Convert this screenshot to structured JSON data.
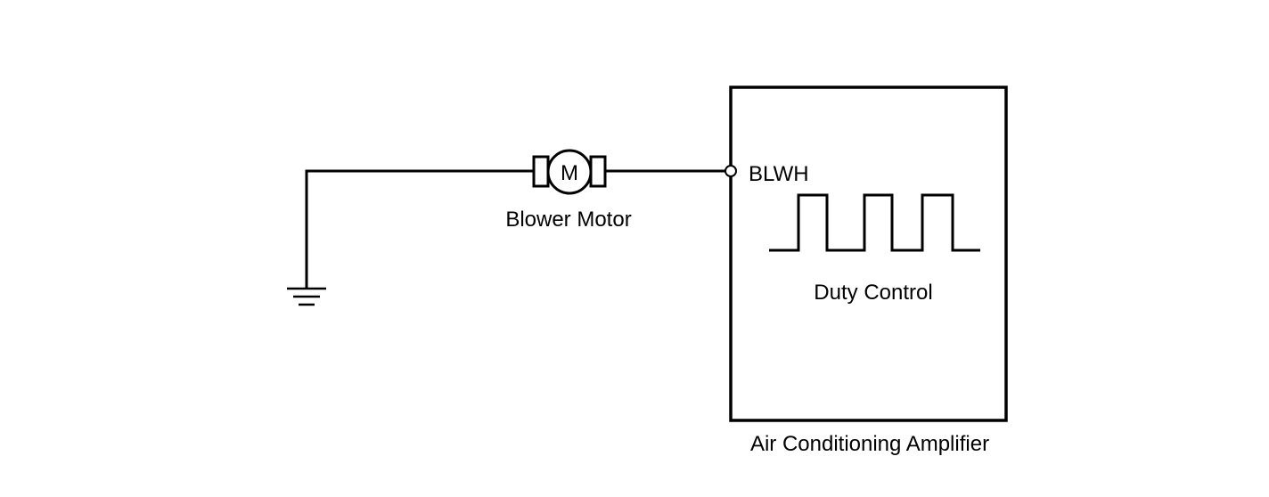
{
  "diagram": {
    "motor": {
      "symbol": "M",
      "label": "Blower Motor"
    },
    "amplifier": {
      "terminal": "BLWH",
      "signal_label": "Duty Control",
      "label": "Air Conditioning Amplifier"
    },
    "ground": {
      "icon": "ground-icon"
    },
    "colors": {
      "line": "#000000",
      "background": "#ffffff"
    }
  }
}
